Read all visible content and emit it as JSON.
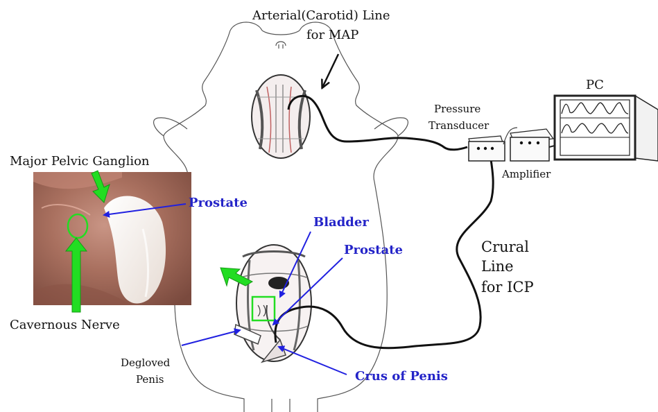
{
  "labels": {
    "arterial_line": "Arterial(Carotid) Line",
    "for_map": "for MAP",
    "pc": "PC",
    "pressure": "Pressure",
    "transducer": "Transducer",
    "amplifier": "Amplifier",
    "major_pelvic_ganglion": "Major Pelvic Ganglion",
    "prostate_photo": "Prostate",
    "cavernous_nerve": "Cavernous Nerve",
    "bladder": "Bladder",
    "prostate_body": "Prostate",
    "crural": "Crural",
    "line": "Line",
    "for_icp": "for ICP",
    "degloved": "Degloved",
    "penis": "Penis",
    "crus_of_penis": "Crus of Penis"
  },
  "colors": {
    "label_blue": "#2424c8",
    "arrow_blue": "#2020e0",
    "highlight_green": "#22dd22",
    "cable": "#111111",
    "photo_tissue": "#b07a6c"
  }
}
